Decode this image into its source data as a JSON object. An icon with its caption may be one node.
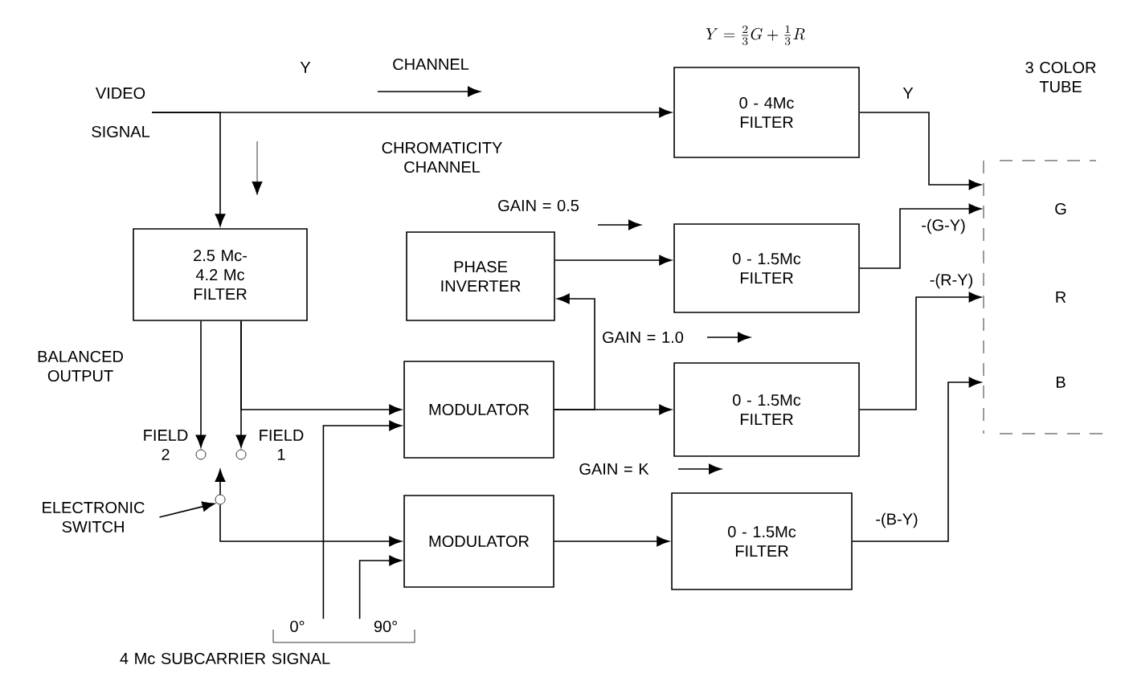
{
  "diagram": {
    "nodes": [
      {
        "text": [
          "VIDEO",
          "SIGNAL"
        ]
      },
      {
        "text": [
          "0 - 4Mc FILTER"
        ],
        "beside": [
          "Y = \\frac{2}{3} G + \\frac{1}{3} R"
        ]
      },
      {
        "text": [
          "2.5 Mc- 4.2 Mc FILTER"
        ]
      },
      {
        "text": [
          "PHASE INVERTER"
        ]
      },
      {
        "text": [
          "0 - 1.5Mc FILTER"
        ]
      },
      {
        "text": [
          "0 - 1.5Mc FILTER"
        ]
      },
      {
        "text": [
          "MODULATOR"
        ]
      },
      {
        "text": [
          "MODULATOR"
        ]
      },
      {
        "text": [
          "0 - 1.5Mc FILTER"
        ]
      },
      {
        "text": [
          "3 COLOR TUBE",
          "G",
          "R",
          "B"
        ]
      },
      {
        "text": [],
        "shape": "circle",
        "beside": [
          "FIELD 2"
        ]
      },
      {
        "text": [],
        "shape": "circle",
        "beside": [
          "FIELD 1"
        ]
      },
      {
        "text": [],
        "shape": "circle"
      },
      {
        "text": [
          "ELECTRONIC SWITCH"
        ]
      },
      {
        "text": [
          "0°"
        ]
      },
      {
        "text": [
          "90°"
        ]
      }
    ],
    "edges": [
      {
        "from": 0,
        "to": 1,
        "arrow": "to"
      },
      {
        "from": 0,
        "to": 2,
        "arrow": "to"
      },
      {
        "from": 1,
        "to": 9,
        "arrow": "to",
        "label": "Y"
      },
      {
        "from": 2,
        "to": 10,
        "arrow": "to"
      },
      {
        "from": 2,
        "to": 11,
        "arrow": "to"
      },
      {
        "from": 2,
        "to": 6,
        "arrow": "to"
      },
      {
        "from": 13,
        "to": 12,
        "arrow": "to"
      },
      {
        "from": 12,
        "to": 7,
        "arrow": "to"
      },
      {
        "from": 14,
        "to": 6,
        "arrow": "to"
      },
      {
        "from": 15,
        "to": 7,
        "arrow": "to"
      },
      {
        "from": 6,
        "to": 5,
        "arrow": "to"
      },
      {
        "from": 6,
        "to": 3,
        "arrow": "to"
      },
      {
        "from": 3,
        "to": 4,
        "arrow": "to"
      },
      {
        "from": 7,
        "to": 8,
        "arrow": "to"
      },
      {
        "from": 4,
        "to": 9,
        "arrow": "to",
        "label": "-(G-Y)"
      },
      {
        "from": 5,
        "to": 9,
        "arrow": "to",
        "label": "-(R-Y)"
      },
      {
        "from": 8,
        "to": 9,
        "arrow": "to",
        "label": "-(B-Y)"
      }
    ],
    "labels": [
      "Y",
      "CHANNEL",
      "CHROMATICITY CHANNEL",
      "GAIN = 0.5",
      "BALANCED OUTPUT",
      "GAIN = 1.0",
      "GAIN = K",
      "4 Mc SUBCARRIER SIGNAL"
    ]
  }
}
